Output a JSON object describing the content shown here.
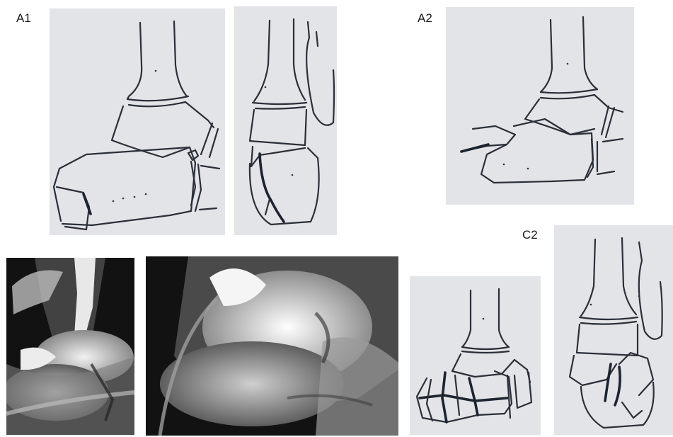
{
  "labels": {
    "a1": "A1",
    "a2": "A2",
    "c2": "C2"
  },
  "colors": {
    "sketch_background": "#e3e4e7",
    "xray_background": "#121212",
    "line": "#2a2f38"
  }
}
